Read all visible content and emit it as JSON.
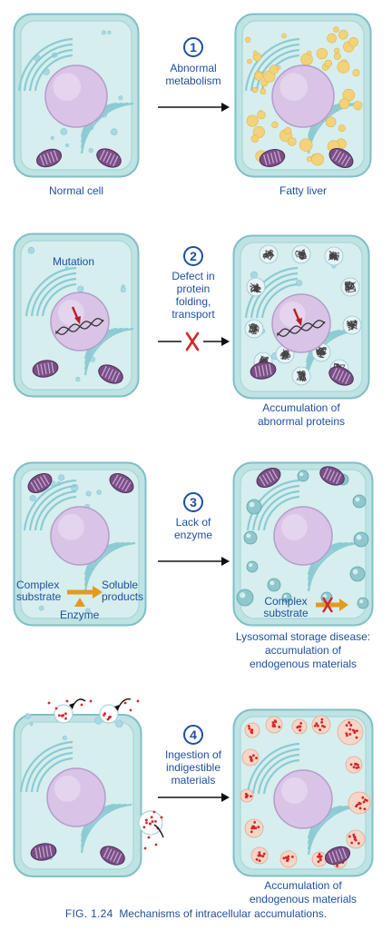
{
  "panels": [
    {
      "step": "1",
      "process_lines": [
        "Abnormal",
        "metabolism"
      ],
      "left_caption": "Normal cell",
      "right_caption_lines": [
        "Fatty liver"
      ],
      "left_inner": [],
      "right_inner": []
    },
    {
      "step": "2",
      "process_lines": [
        "Defect in",
        "protein",
        "folding,",
        "transport"
      ],
      "left_caption": "",
      "right_caption_lines": [
        "Accumulation of",
        "abnormal proteins"
      ],
      "left_inner": [
        "Mutation"
      ],
      "right_inner": []
    },
    {
      "step": "3",
      "process_lines": [
        "Lack of",
        "enzyme"
      ],
      "left_caption": "",
      "right_caption_lines": [
        "Lysosomal storage disease:",
        "accumulation of",
        "endogenous materials"
      ],
      "left_inner": [
        "Complex",
        "substrate",
        "Soluble",
        "products",
        "Enzyme"
      ],
      "right_inner": [
        "Complex",
        "substrate"
      ]
    },
    {
      "step": "4",
      "process_lines": [
        "Ingestion of",
        "indigestible",
        "materials"
      ],
      "left_caption": "",
      "right_caption_lines": [
        "Accumulation of",
        "endogenous materials"
      ],
      "left_inner": [],
      "right_inner": []
    }
  ],
  "caption": {
    "fig": "FIG. 1.24",
    "text": "Mechanisms of intracellular accumulations."
  },
  "colors": {
    "cell_fill": "#bfe3e3",
    "cell_edge": "#7fbfc5",
    "nucleus": "#d9c4e6",
    "mitochondria": "#7a4f86",
    "fat_droplet": "#f3d27a",
    "particle": "#d2262b",
    "arrow_orange": "#e49a1d",
    "text_blue": "#1d4f9e"
  }
}
